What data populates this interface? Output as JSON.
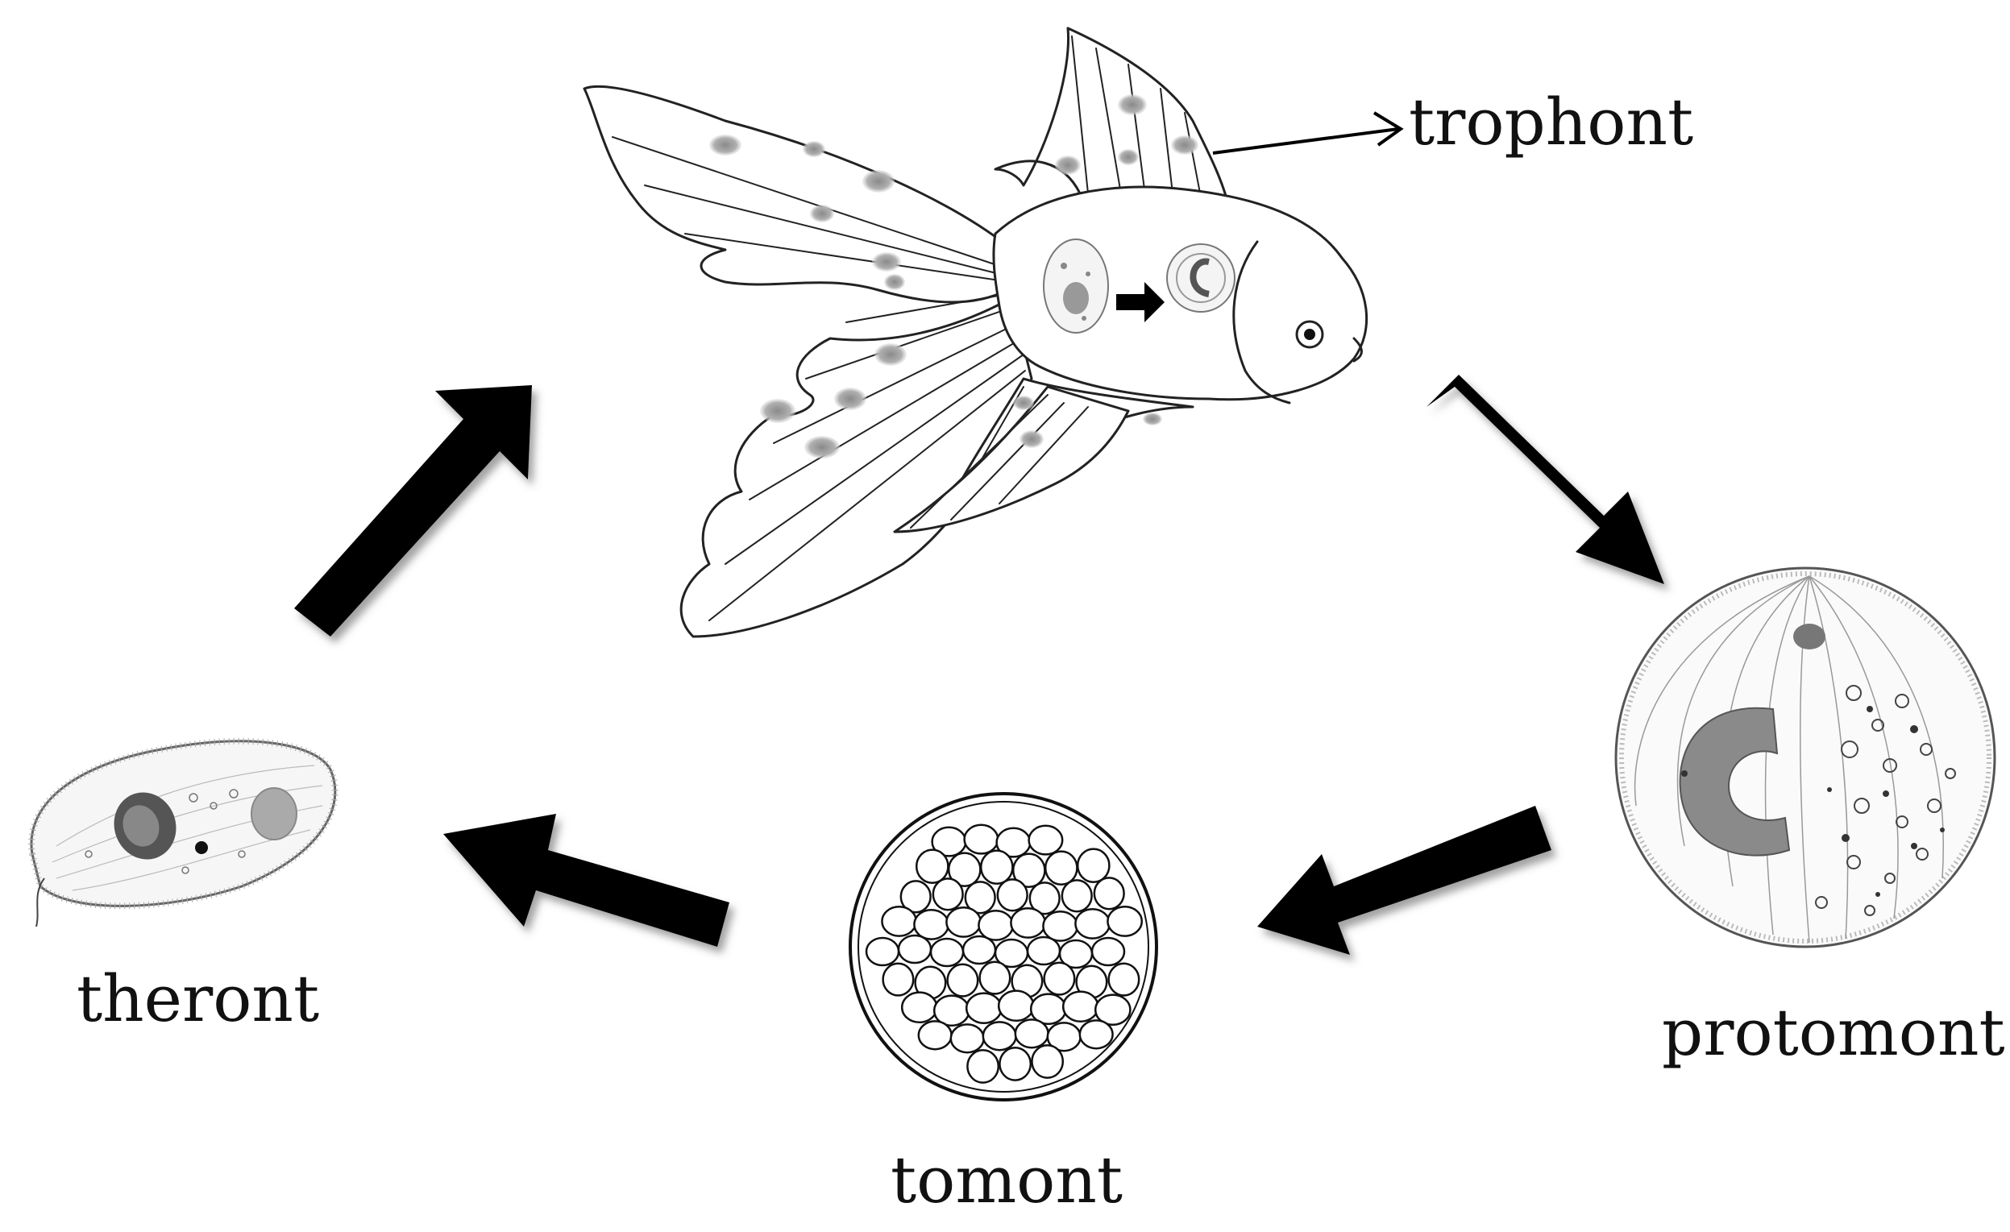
{
  "labels": {
    "trophont": "trophont",
    "protomont": "protomont",
    "tomont": "tomont",
    "theront": "theront"
  },
  "colors": {
    "ink": "#111111",
    "arrow": "#000000",
    "cyst_spots": "#9a9a9a",
    "nucleus": "#7a7a7a"
  },
  "icons": {
    "host": "goldfish-icon",
    "trophont": "trophont-cell-icon",
    "protomont": "protomont-cell-icon",
    "tomont": "tomont-cyst-icon",
    "theront": "theront-cell-icon"
  }
}
